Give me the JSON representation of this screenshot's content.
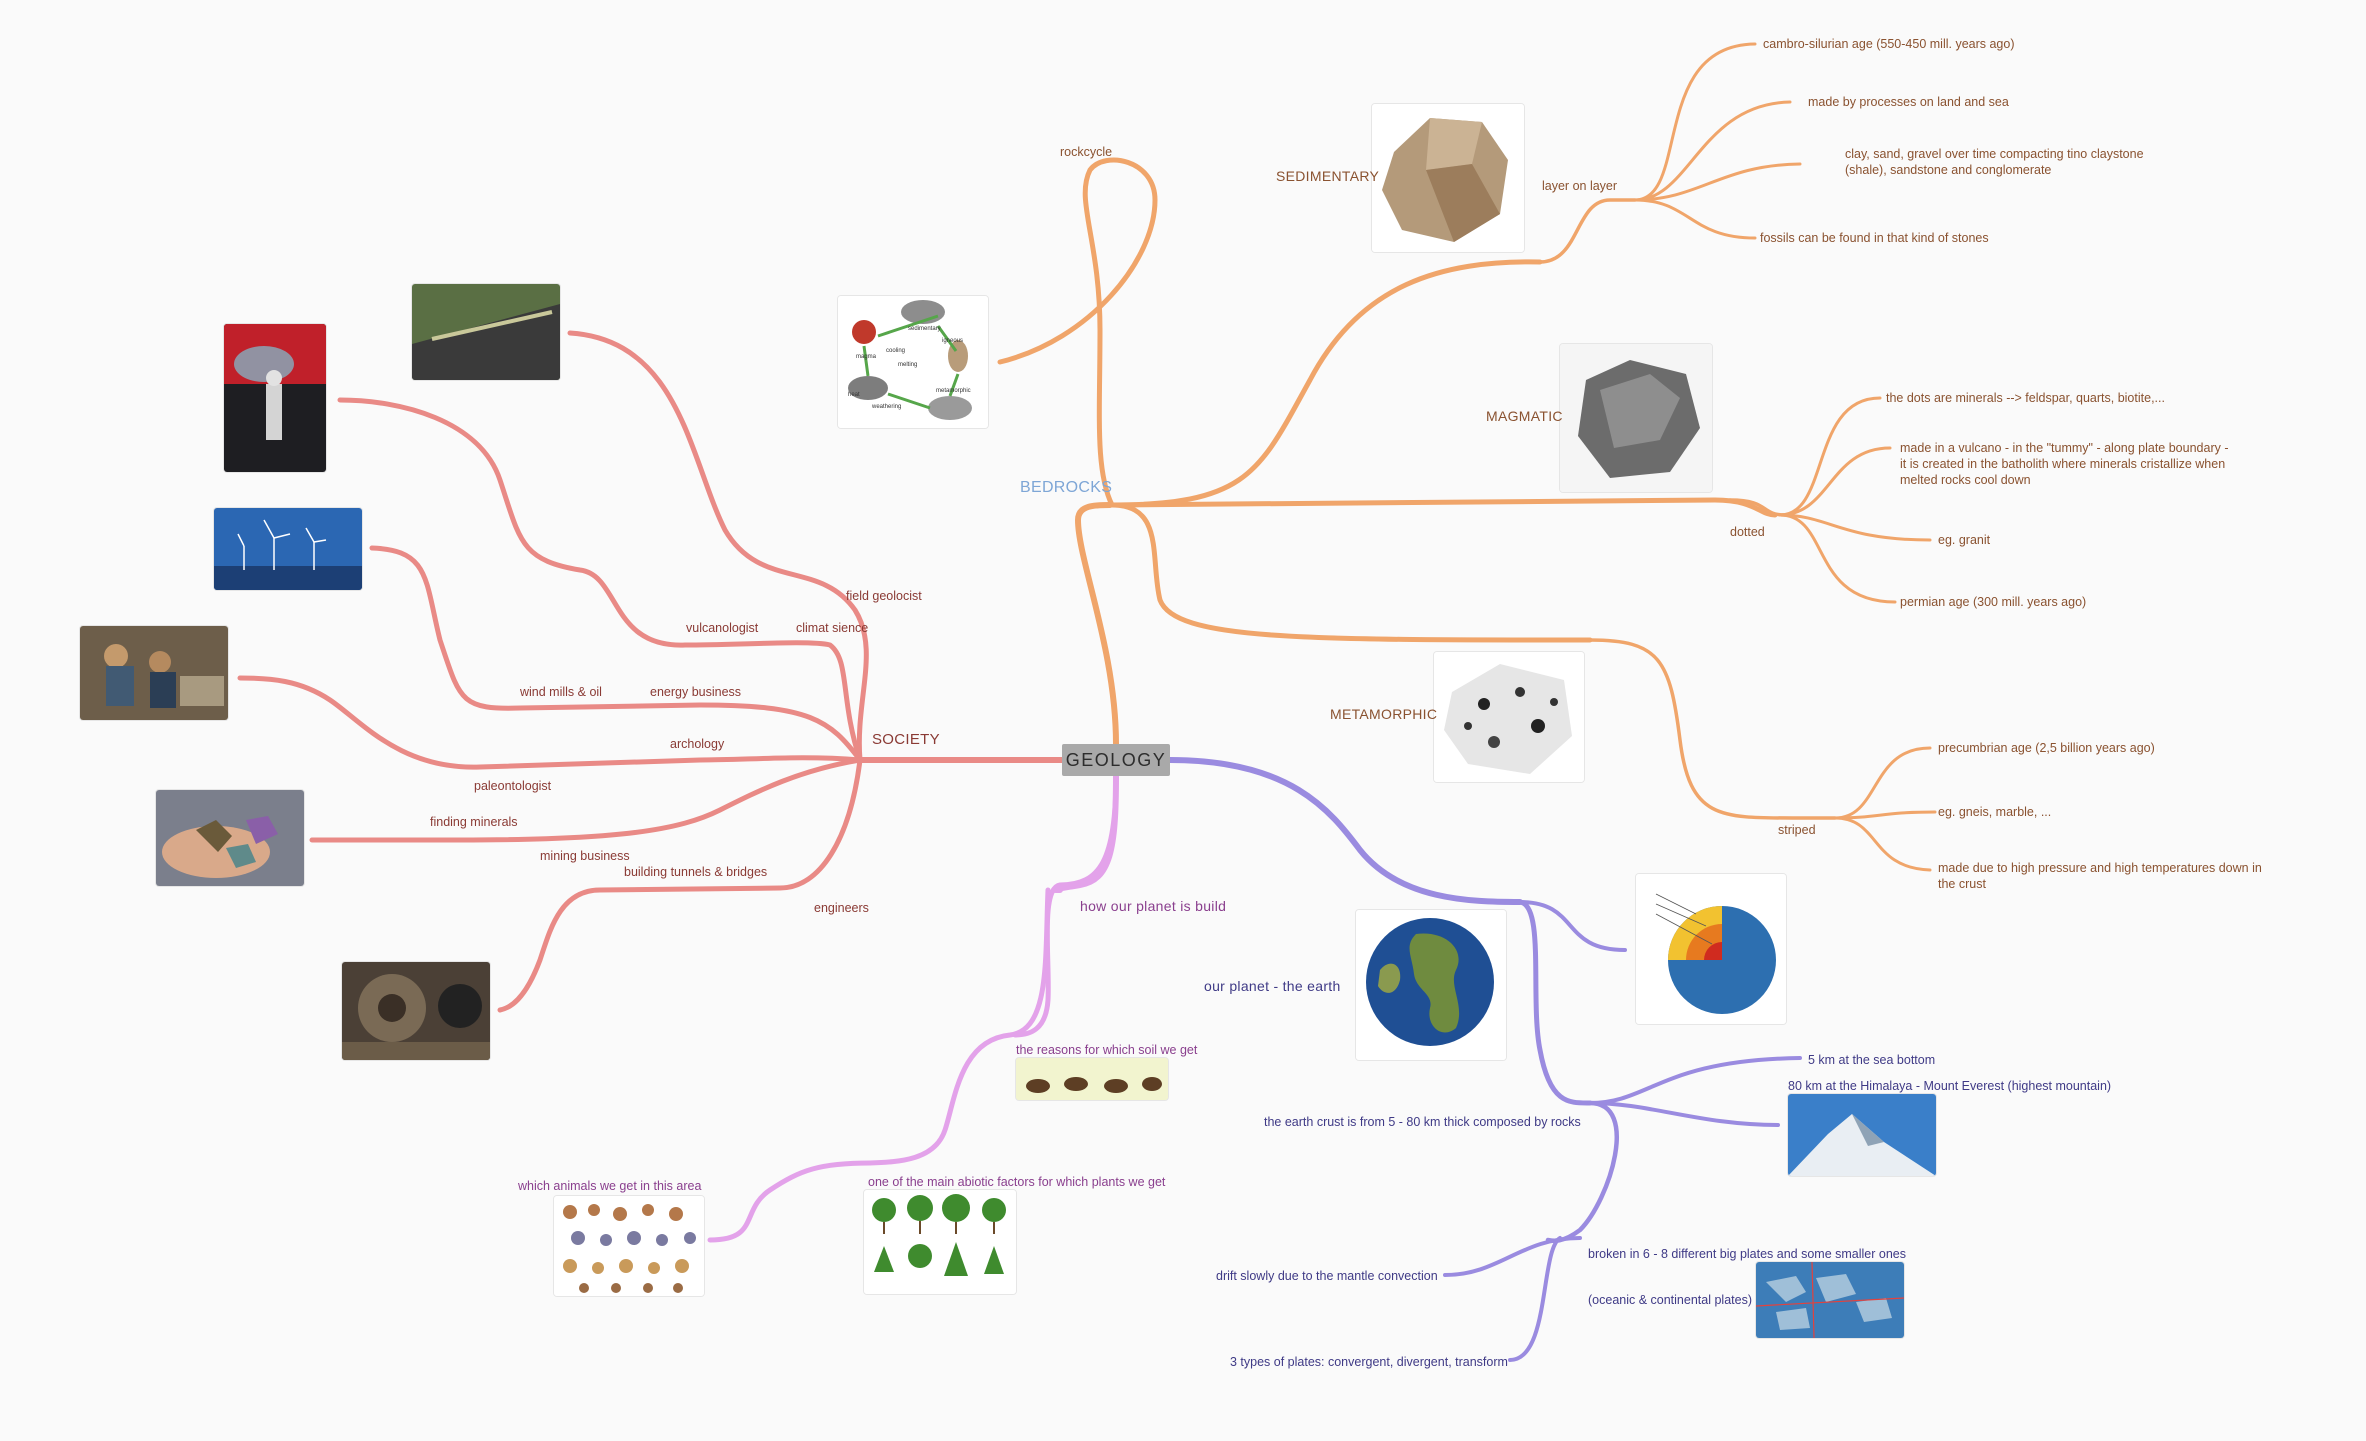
{
  "root": "GEOLOGY",
  "bedrocks": {
    "label": "BEDROCKS",
    "rockcycle": "rockcycle",
    "rockcycle_image_labels": [
      "magma",
      "sedimentary",
      "igneous",
      "metamorphic",
      "cooling",
      "melting",
      "heat",
      "weathering"
    ],
    "sedimentary": {
      "label": "SEDIMENTARY",
      "sub": "layer on layer",
      "notes": [
        "cambro-silurian age (550-450 mill. years ago)",
        "made by processes on land and sea",
        "clay, sand, gravel over time compacting tino claystone (shale), sandstone and conglomerate",
        "fossils can be found in that kind of stones"
      ]
    },
    "magmatic": {
      "label": "MAGMATIC",
      "sub": "dotted",
      "notes": [
        "the dots are minerals --> feldspar, quarts, biotite,...",
        "made in a vulcano - in the \"tummy\" - along plate boundary - it is created in the batholith where minerals cristallize when melted rocks cool down",
        "eg. granit",
        "permian age (300 mill. years ago)"
      ]
    },
    "metamorphic": {
      "label": "METAMORPHIC",
      "sub": "striped",
      "notes": [
        "precumbrian age (2,5 billion years ago)",
        "eg. gneis, marble, ...",
        "made due to high pressure and high temperatures down in the crust"
      ]
    }
  },
  "society": {
    "label": "SOCIETY",
    "items": [
      "field geolocist",
      "climat sience",
      "vulcanologist",
      "energy business",
      "wind mills & oil",
      "archology",
      "paleontologist",
      "finding minerals",
      "mining business",
      "building tunnels & bridges",
      "engineers"
    ]
  },
  "earth": {
    "label": "our planet - the earth",
    "crust": "the earth crust is from 5 - 80 km thick composed by rocks",
    "depth_sea": "5 km at the sea bottom",
    "depth_himalaya": "80 km at the Himalaya - Mount Everest (highest mountain)",
    "plates": "broken in 6 - 8 different big plates and some smaller ones",
    "plates_sub": "(oceanic & continental plates)",
    "drift": "drift slowly due to the mantle convection",
    "types": "3 types of plates: convergent, divergent, transform"
  },
  "build": {
    "label": "how our planet is build",
    "soil": "the reasons for which soil we get",
    "plants": "one of the main abiotic factors for which plants we get",
    "animals": "which animals we get in this area"
  },
  "colors": {
    "bedrocks": "#f0a56a",
    "society": "#e98a86",
    "earth": "#9a8be0",
    "build": "#e3a2ea",
    "root": "#a9a9a9"
  }
}
